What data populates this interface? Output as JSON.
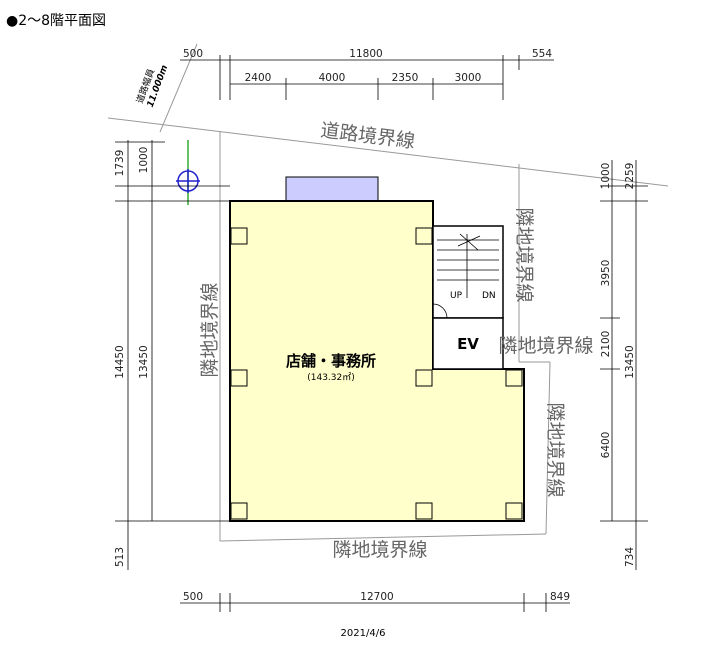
{
  "title": "●2～8階平面図",
  "date": "2021/4/6",
  "road": {
    "width_label": "道路幅員",
    "width_value": "11.000m",
    "boundary_label": "道路境界線"
  },
  "neighbor_boundary_label": "隣地境界線",
  "room": {
    "name": "店舗・事務所",
    "area": "(143.32㎡)"
  },
  "elevator_label": "EV",
  "stair": {
    "up_label": "UP",
    "down_label": "DN"
  },
  "dimensions": {
    "top_left_offset": "500",
    "top_total": "11800",
    "top_right_offset": "554",
    "top_segments": [
      "2400",
      "4000",
      "2350",
      "3000"
    ],
    "left_outer": [
      "1739",
      "14450",
      "513"
    ],
    "left_inner": [
      "1000",
      "13450"
    ],
    "right_outer": [
      "2259",
      "13450",
      "734"
    ],
    "right_inner": [
      "1000",
      "3950",
      "2100",
      "6400"
    ],
    "bottom_left_offset": "500",
    "bottom_total": "12700",
    "bottom_right_offset": "849"
  },
  "colors": {
    "floor": "#ffffcc",
    "roof_equipment": "#ccccff",
    "boundary_text": "#666666"
  }
}
